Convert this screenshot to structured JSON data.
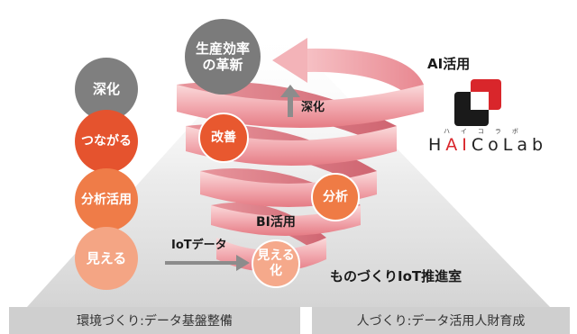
{
  "goal": {
    "line1": "生産効率",
    "line2": "の革新",
    "color": "#7b7b7b"
  },
  "left_steps": [
    {
      "label": "深化",
      "color": "#7f7f7f"
    },
    {
      "label": "つながる",
      "color": "#e5532e"
    },
    {
      "label": "分析活用",
      "color": "#ef7c48"
    },
    {
      "label": "見える",
      "color": "#f4a584"
    }
  ],
  "spiral_steps": {
    "improve": {
      "label": "改善",
      "color": "#e8582f"
    },
    "analyze": {
      "label": "分析",
      "color": "#ef7b45"
    },
    "visualize": {
      "line1": "見える",
      "line2": "化",
      "color": "#f5a98b"
    }
  },
  "labels": {
    "deepen": "深化",
    "bi": "BI活用",
    "iot_data": "IoTデータ",
    "ai": "AI活用",
    "org": "ものづくりIoT推進室"
  },
  "logo": {
    "kana": "ハイコラボ",
    "word_h": "H",
    "word_ai": "AI",
    "word_rest": "CoLab",
    "accent_color": "#d9262b"
  },
  "footer": {
    "left": "環境づくり:データ基盤整備",
    "right": "人づくり:データ活用人財育成"
  }
}
